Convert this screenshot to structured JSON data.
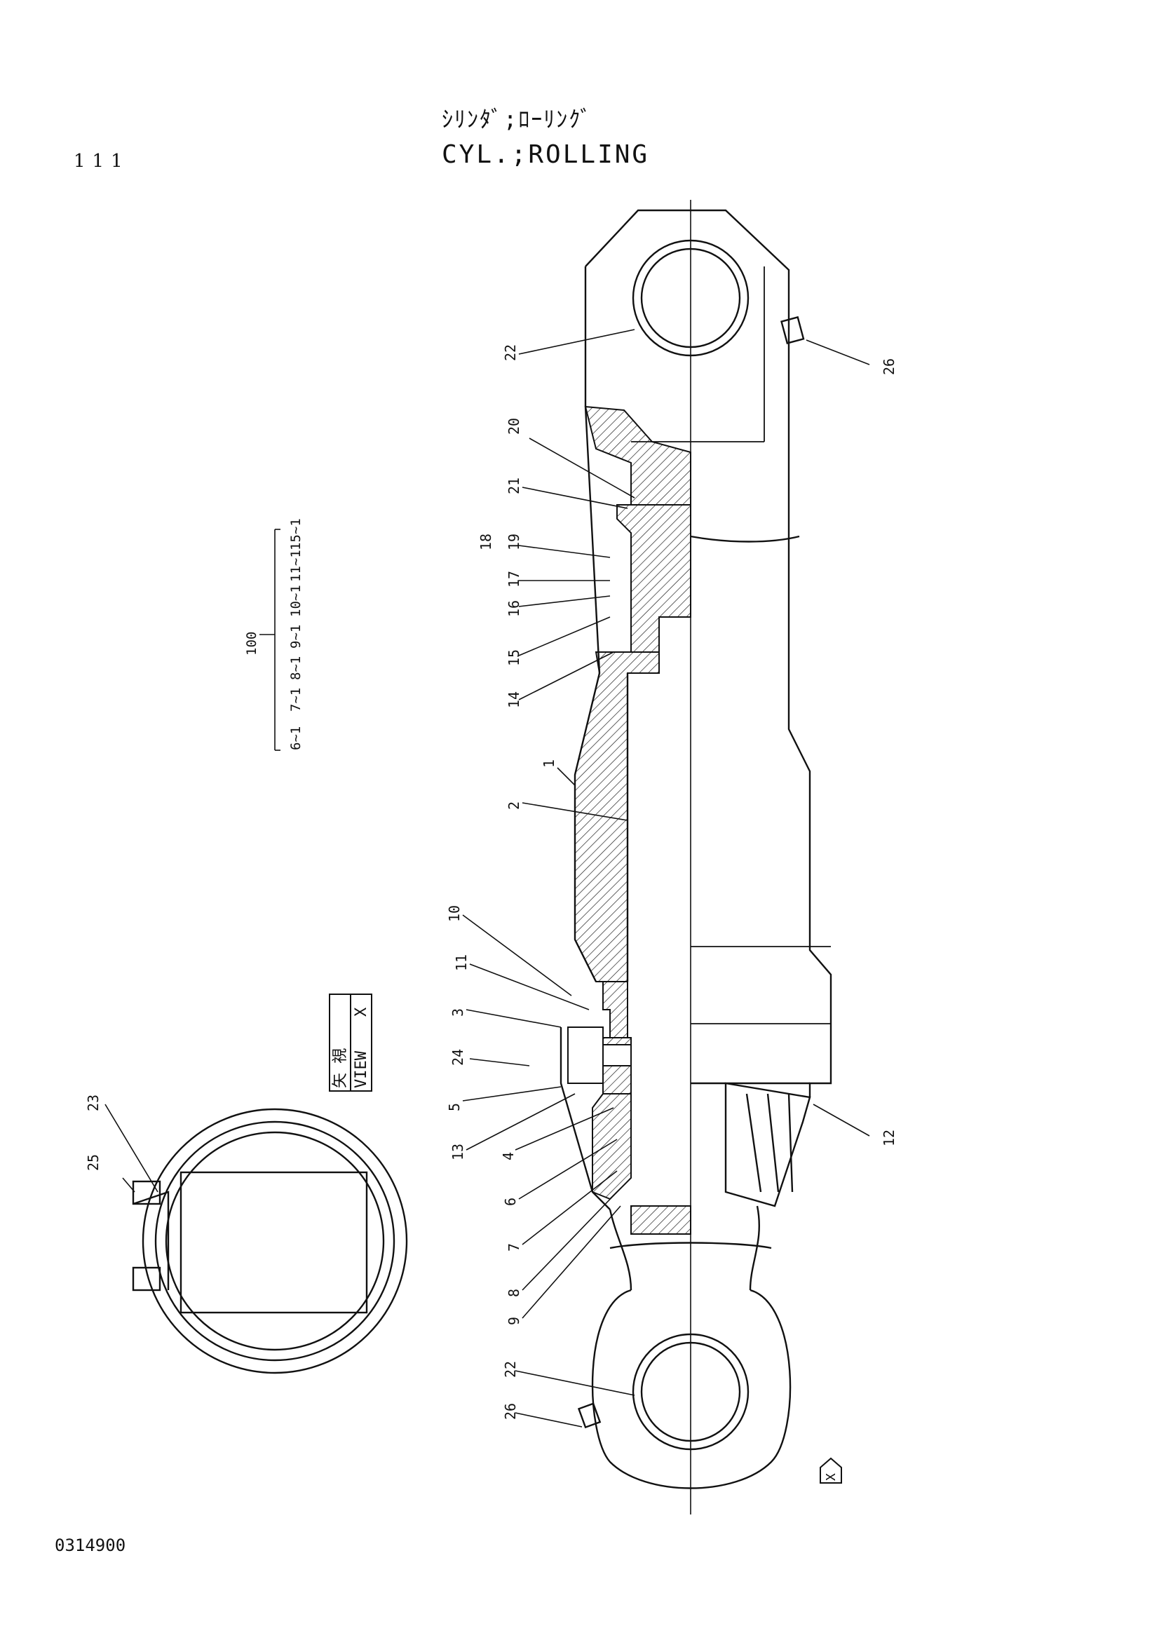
{
  "page_number": "111",
  "title_jp": "ｼﾘﾝﾀﾞ;ﾛｰﾘﾝｸﾞ",
  "title_en": "CYL.;ROLLING",
  "document_code": "0314900",
  "assembly": {
    "number": "100",
    "components": [
      "6~1",
      "7~1",
      "8~1",
      "9~1",
      "10~1",
      "11~1",
      "15~1"
    ]
  },
  "view_label": {
    "jp": "矢 視",
    "en": "VIEW",
    "id": "X"
  },
  "view_marker": "X",
  "callouts": {
    "c1": "1",
    "c2": "2",
    "c3": "3",
    "c4": "4",
    "c5": "5",
    "c6": "6",
    "c7": "7",
    "c8": "8",
    "c9": "9",
    "c10": "10",
    "c11": "11",
    "c12": "12",
    "c13": "13",
    "c14": "14",
    "c15": "15",
    "c16": "16",
    "c17": "17",
    "c18": "18",
    "c19": "19",
    "c20": "20",
    "c21": "21",
    "c22a": "22",
    "c22b": "22",
    "c23": "23",
    "c24": "24",
    "c25": "25",
    "c26a": "26",
    "c26b": "26"
  }
}
